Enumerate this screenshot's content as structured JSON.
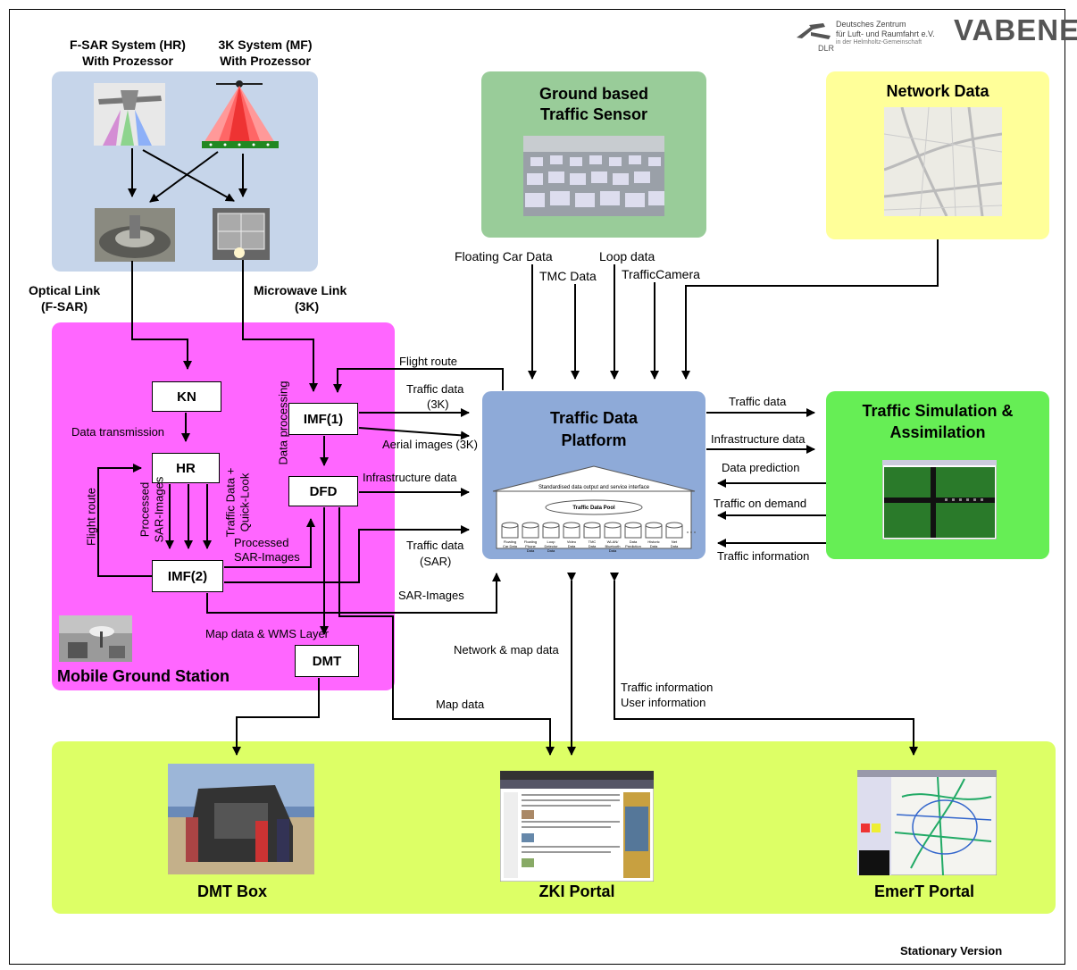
{
  "logo": {
    "dlr_name_line1": "Deutsches Zentrum",
    "dlr_name_line2": "für Luft- und Raumfahrt e.V.",
    "dlr_name_line3": "in der Helmholtz-Gemeinschaft",
    "dlr_short": "DLR",
    "vabene": "VABENE"
  },
  "sensors": {
    "fsar_title_line1": "F-SAR System (HR)",
    "fsar_title_line2": "With Prozessor",
    "k3_title_line1": "3K System (MF)",
    "k3_title_line2": "With Prozessor"
  },
  "links": {
    "optical_line1": "Optical Link",
    "optical_line2": "(F-SAR)",
    "microwave_line1": "Microwave Link",
    "microwave_line2": "(3K)"
  },
  "ground_sensor": {
    "title_line1": "Ground based",
    "title_line2": "Traffic Sensor"
  },
  "network": {
    "title": "Network Data"
  },
  "inputs": {
    "floating_car": "Floating Car Data",
    "tmc": "TMC Data",
    "loop": "Loop data",
    "camera": "TrafficCamera"
  },
  "station": {
    "title": "Mobile Ground Station",
    "kn": "KN",
    "hr": "HR",
    "imf1": "IMF(1)",
    "imf2": "IMF(2)",
    "dfd": "DFD",
    "dmt": "DMT",
    "data_transmission": "Data transmission",
    "flight_route_left": "Flight route",
    "processed_sar_v_line1": "Processed",
    "processed_sar_v_line2": "SAR-Images",
    "traffic_quicklook_line1": "Traffic Data +",
    "traffic_quicklook_line2": "Quick-Look",
    "data_processing": "Data processing",
    "processed_sar_h_line1": "Processed",
    "processed_sar_h_line2": "SAR-Images",
    "map_wms": "Map data & WMS Layer"
  },
  "flows": {
    "flight_route": "Flight route",
    "traffic_3k_line1": "Traffic data",
    "traffic_3k_line2": "(3K)",
    "aerial_3k": "Aerial images (3K)",
    "infrastructure": "Infrastructure data",
    "traffic_sar_line1": "Traffic data",
    "traffic_sar_line2": "(SAR)",
    "sar_images": "SAR-Images",
    "network_map": "Network & map data",
    "map_data": "Map data",
    "traffic_info": "Traffic information",
    "user_info": "User information"
  },
  "platform": {
    "title_line1": "Traffic Data",
    "title_line2": "Platform",
    "interface": "Standardised data output and service interface",
    "pool": "Traffic Data Pool",
    "cylinders": [
      [
        "Floating",
        "Car Data"
      ],
      [
        "Floating",
        "Phone",
        "Data"
      ],
      [
        "Loop",
        "Detector",
        "Data"
      ],
      [
        "Video",
        "Data"
      ],
      [
        "TMC",
        "Data"
      ],
      [
        "WLAN/",
        "Bluetooth",
        "Data"
      ],
      [
        "Data",
        "Prediction"
      ],
      [
        "Historic",
        "Data"
      ],
      [
        "Net",
        "Data"
      ]
    ]
  },
  "simulation": {
    "title_line1": "Traffic Simulation &",
    "title_line2": "Assimilation",
    "traffic_data": "Traffic data",
    "infrastructure": "Infrastructure data",
    "prediction": "Data prediction",
    "on_demand": "Traffic on demand",
    "traffic_info": "Traffic information"
  },
  "portals": {
    "dmt_box": "DMT Box",
    "zki": "ZKI Portal",
    "emert": "EmerT Portal"
  },
  "footer": {
    "version": "Stationary Version"
  },
  "colors": {
    "sensor_panel": "#c6d5ea",
    "station_panel": "#ff66ff",
    "ground_sensor": "#99cc99",
    "network": "#ffff99",
    "platform": "#8eaad8",
    "simulation": "#66ee55",
    "portal_band": "#ddff66"
  }
}
